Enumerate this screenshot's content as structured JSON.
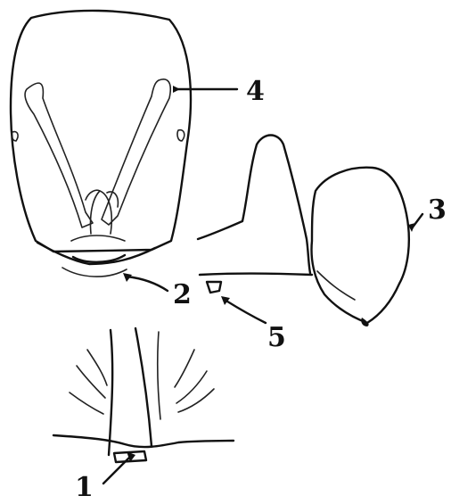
{
  "labels": [
    "1",
    "2",
    "3",
    "4",
    "5"
  ],
  "colors": {
    "ink": "#111111",
    "paper": "#ffffff"
  }
}
